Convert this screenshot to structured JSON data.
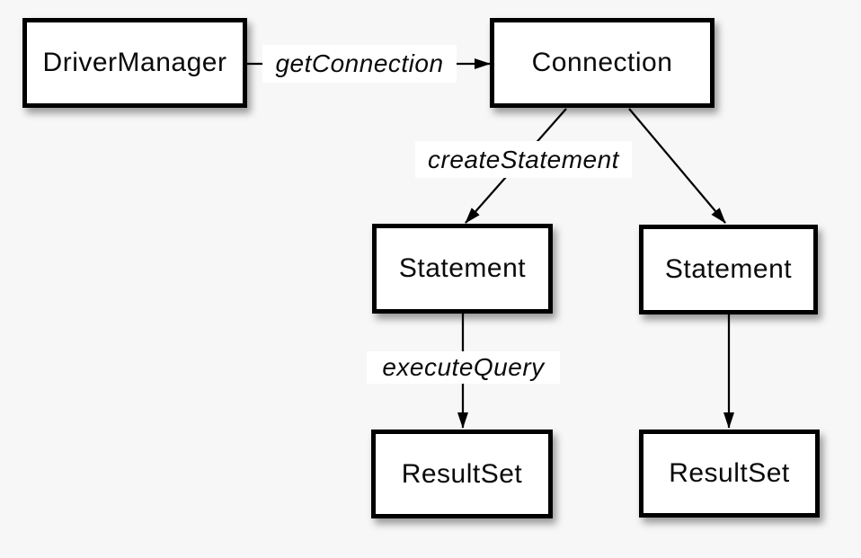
{
  "diagram": {
    "type": "flow-diagram",
    "colors": {
      "background": "#f7f7f7",
      "node_fill": "#ffffff",
      "node_border": "#000000",
      "edge_line": "#000000",
      "edge_label_background": "#ffffff",
      "text": "#0a0a0a"
    },
    "nodes": [
      {
        "id": "driver-manager",
        "label": "DriverManager"
      },
      {
        "id": "connection",
        "label": "Connection"
      },
      {
        "id": "statement-left",
        "label": "Statement"
      },
      {
        "id": "statement-right",
        "label": "Statement"
      },
      {
        "id": "resultset-left",
        "label": "ResultSet"
      },
      {
        "id": "resultset-right",
        "label": "ResultSet"
      }
    ],
    "edges": [
      {
        "id": "get-connection",
        "from": "DriverManager",
        "to": "Connection",
        "label": "getConnection"
      },
      {
        "id": "create-statement",
        "from": "Connection",
        "to": "Statement (left)",
        "label": "createStatement"
      },
      {
        "id": "connection-to-statement-right",
        "from": "Connection",
        "to": "Statement (right)",
        "label": ""
      },
      {
        "id": "execute-query",
        "from": "Statement (left)",
        "to": "ResultSet (left)",
        "label": "executeQuery"
      },
      {
        "id": "statement-right-to-resultset-right",
        "from": "Statement (right)",
        "to": "ResultSet (right)",
        "label": ""
      }
    ]
  }
}
